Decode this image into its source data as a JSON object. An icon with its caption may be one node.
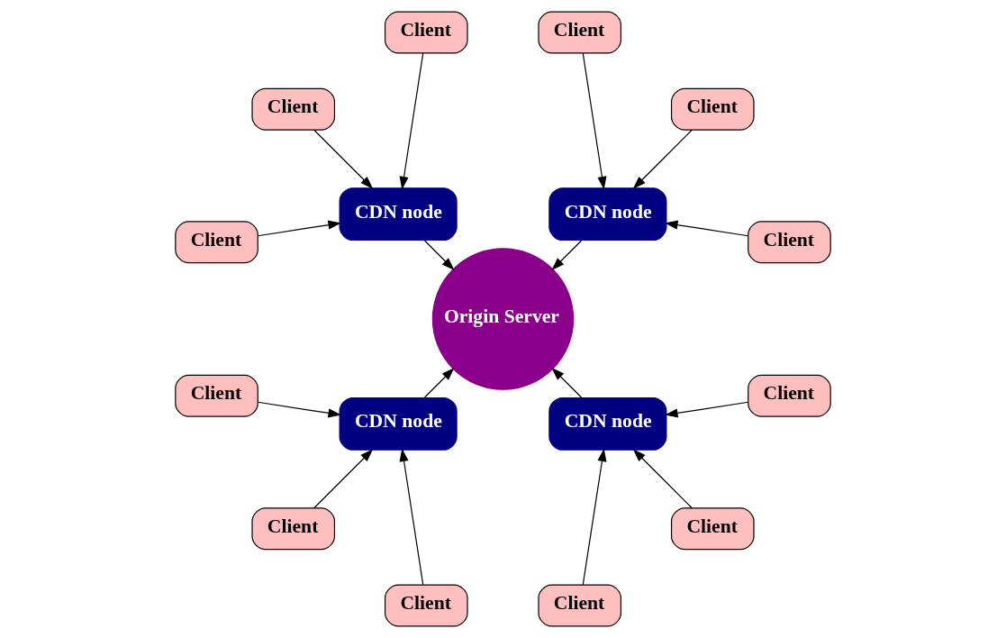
{
  "diagram": {
    "nodes": [
      {
        "text": [
          "Origin Server"
        ]
      },
      {
        "text": [
          "CDN node"
        ]
      },
      {
        "text": [
          "Client"
        ]
      },
      {
        "text": [
          "Client"
        ]
      },
      {
        "text": [
          "Client"
        ]
      },
      {
        "text": [
          "CDN node"
        ]
      },
      {
        "text": [
          "Client"
        ]
      },
      {
        "text": [
          "Client"
        ]
      },
      {
        "text": [
          "Client"
        ]
      },
      {
        "text": [
          "CDN node"
        ]
      },
      {
        "text": [
          "Client"
        ]
      },
      {
        "text": [
          "Client"
        ]
      },
      {
        "text": [
          "Client"
        ]
      },
      {
        "text": [
          "CDN node"
        ]
      },
      {
        "text": [
          "Client"
        ]
      },
      {
        "text": [
          "Client"
        ]
      },
      {
        "text": [
          "Client"
        ]
      }
    ],
    "edges": [
      {
        "from": 1,
        "to": 0,
        "arrow": "to"
      },
      {
        "from": 2,
        "to": 1,
        "arrow": "to"
      },
      {
        "from": 3,
        "to": 1,
        "arrow": "to"
      },
      {
        "from": 4,
        "to": 1,
        "arrow": "to"
      },
      {
        "from": 5,
        "to": 0,
        "arrow": "to"
      },
      {
        "from": 6,
        "to": 5,
        "arrow": "to"
      },
      {
        "from": 7,
        "to": 5,
        "arrow": "to"
      },
      {
        "from": 8,
        "to": 5,
        "arrow": "to"
      },
      {
        "from": 9,
        "to": 0,
        "arrow": "to"
      },
      {
        "from": 10,
        "to": 9,
        "arrow": "to"
      },
      {
        "from": 11,
        "to": 9,
        "arrow": "to"
      },
      {
        "from": 12,
        "to": 9,
        "arrow": "to"
      },
      {
        "from": 13,
        "to": 0,
        "arrow": "to"
      },
      {
        "from": 14,
        "to": 13,
        "arrow": "to"
      },
      {
        "from": 15,
        "to": 13,
        "arrow": "to"
      },
      {
        "from": 16,
        "to": 13,
        "arrow": "to"
      }
    ]
  }
}
